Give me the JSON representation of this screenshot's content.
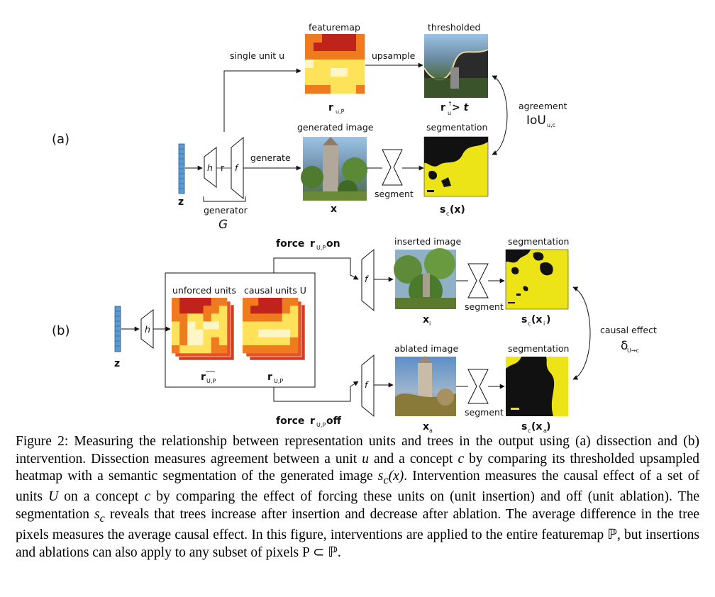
{
  "panel_a": {
    "label": "(a)",
    "z_label": "z",
    "generator_label": "generator",
    "generator_symbol": "G",
    "h": "h",
    "r": "r",
    "f": "f",
    "single_unit": "single unit u",
    "generate": "generate",
    "upsample": "upsample",
    "segment": "segment",
    "featuremap": "featuremap",
    "thresholded": "thresholded",
    "generated_image": "generated image",
    "segmentation": "segmentation",
    "r_u_p": "r",
    "r_u_p_sub": "u,P",
    "r_thresh": "r",
    "r_thresh_sup": "↑",
    "r_thresh_sub": "u",
    "r_thresh_tail": " > t",
    "x": "x",
    "s_c_x": "s",
    "s_c_x_sub": "c",
    "s_c_x_tail": "(x)",
    "agreement": "agreement",
    "iou": "IoU",
    "iou_sub": "u,c"
  },
  "panel_b": {
    "label": "(b)",
    "z_label": "z",
    "h": "h",
    "f": "f",
    "force_on": "force ",
    "force_on_r": "r",
    "force_on_sub": "U,P",
    "force_on_tail": " on",
    "force_off": "force ",
    "force_off_r": "r",
    "force_off_sub": "U,P",
    "force_off_tail": " off",
    "unforced_units": "unforced units",
    "causal_units": "causal units U",
    "r_unforced": "r",
    "r_unforced_sub": "U,P",
    "r_causal": "r",
    "r_causal_sub": "U,P",
    "inserted_image": "inserted image",
    "ablated_image": "ablated image",
    "segmentation": "segmentation",
    "segment": "segment",
    "x_i": "x",
    "x_i_sub": "i",
    "x_a": "x",
    "x_a_sub": "a",
    "s_xi": "s",
    "s_xi_sub": "c",
    "s_xi_tail_open": "(x",
    "s_xi_tail_sub": "i",
    "s_xi_tail_close": ")",
    "s_xa": "s",
    "s_xa_sub": "c",
    "s_xa_tail_open": "(x",
    "s_xa_tail_sub": "a",
    "s_xa_tail_close": ")",
    "causal_effect": "causal effect",
    "delta": "δ",
    "delta_sub": "U→c"
  },
  "caption": {
    "p1": "Figure 2: Measuring the relationship between representation units and trees in the output using (a) dissection and (b) intervention. Dissection measures agreement between a unit ",
    "u": "u",
    "p2": " and a concept ",
    "c": "c",
    "p3": " by comparing its thresholded upsampled heatmap with a semantic segmentation of the generated image ",
    "s1": "s",
    "s1_sub": "c",
    "s1_arg": "(x)",
    "p4": ". Intervention measures the causal effect of a set of units ",
    "U": "U",
    "p5": " on a concept ",
    "c2": "c",
    "p6": " by comparing the effect of forcing these units on (unit insertion) and off (unit ablation). The segmentation ",
    "s2": "s",
    "s2_sub": "c",
    "p7": " reveals that trees increase after insertion and decrease after ablation. The average difference in the tree pixels measures the average causal effect. In this figure, interventions are applied to the entire featuremap ℙ, but insertions and ablations can also apply to any subset of pixels P ⊂ ℙ."
  },
  "colors": {
    "heat_dark": "#c0231b",
    "heat_mid": "#f07b1e",
    "heat_light": "#fde25a",
    "heat_pale": "#fff6c8",
    "seg_yellow": "#ece417",
    "latent_blue": "#5b9bd5"
  }
}
